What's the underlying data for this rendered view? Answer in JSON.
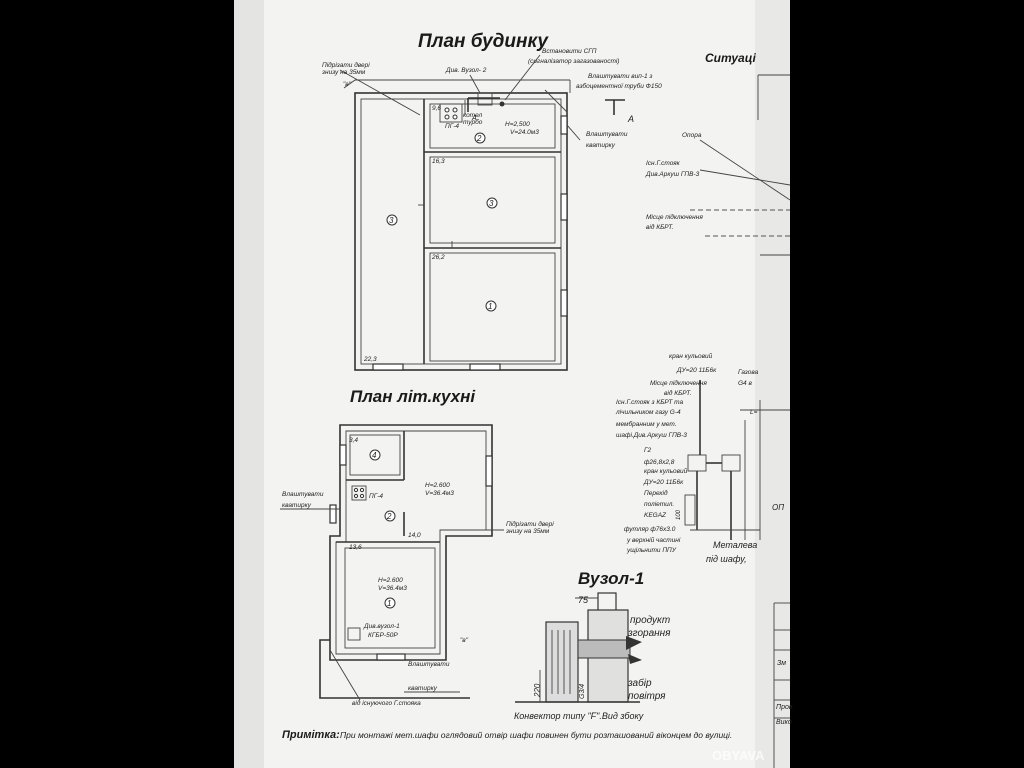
{
  "house_plan": {
    "title": "План будинку",
    "labels": {
      "podrizaty_dveri": "Підрізати двері",
      "znyzu_35": "знизу на 35мм",
      "vstanovyty_sgp": "Встановити СГП",
      "signalizator": "(сигналізатор загазованості)",
      "dyv_vuzol2": "Див. Вузол- 2",
      "kotel": "котел",
      "turbo": "турбо",
      "pg4": "ПГ-4",
      "h_room2": "H=2,500",
      "v_room2": "V=24.0м3",
      "vlashtuvaty_vyp": "Влаштувати вип-1 з",
      "azbest": "азбоцементної труби Ф150",
      "vlashtuvaty": "Влаштувати",
      "kvatyrku": "кватирку",
      "section_a": "A",
      "b_mark": "\"в\"",
      "dim_9_6": "9,6",
      "dim_16_3": "16,3",
      "dim_26_2": "26,2",
      "dim_22_3": "22,3",
      "room1": "1",
      "room2": "2",
      "room3": "3"
    }
  },
  "situation_plan": {
    "title_fragment": "Ситуаці",
    "opora": "Опора",
    "isn_stoyak": "Існ.Г.стояк",
    "dyv_arkush": "Див.Аркуш ГПВ-3",
    "misce_pidkl": "Місце підключення",
    "vid_kbrt": "від КБРТ."
  },
  "kitchen_plan": {
    "title": "План літ.кухні",
    "labels": {
      "dim_3_4": "3,4",
      "dim_14_0": "14,0",
      "dim_13_6": "13,6",
      "h_room2": "H=2.600",
      "v_room2": "V=36.4м3",
      "h_room1": "H=2.600",
      "v_room1": "V=36.4м3",
      "pg4": "ПГ-4",
      "vlashtuvaty": "Влаштувати",
      "kvatyrku": "кватирку",
      "podrizaty_dveri": "Підрізати двері",
      "znyzu_35": "знизу на 35мм",
      "dyv_vuzol1": "Див.вузол-1",
      "kgsp": "КГБР-50Р",
      "vid_isn": "від існуючого Г.стояка",
      "b_mark": "\"в\"",
      "room1": "1",
      "room2": "2",
      "room4": "4"
    }
  },
  "riser_detail": {
    "kran1": "кран кульовий",
    "du1": "ДУ=20 11Б6к",
    "misce": "Місце підключення",
    "vid_kbrt": "від КБРТ.",
    "isn_stoyak": "Існ.Г.стояк з КБРТ та",
    "lichylnyk": "лічильником газу G-4",
    "membr": "мембранним у мет.",
    "shafi": "шафі.Див.Аркуш ГПВ-3",
    "g2": "Г2",
    "pipe1": "ф26,8х2,8",
    "kran2": "кран кульовий",
    "du2": "ДУ=20 11Б6к",
    "perekhid": "Перехід",
    "polietyl": "поліетил.",
    "kegaz": "KEGAZ",
    "futlyar": "футляр ф76х3.0",
    "vverkhni": "у верхній частині",
    "ushchilnyty": "ущільнити ППУ",
    "metaleva": "Металева",
    "pid_shafu": "під шафу,",
    "gazova": "Газова",
    "g4": "G4 в",
    "l_val": "L=",
    "op": "ОП",
    "dim_100": "100"
  },
  "node1": {
    "title": "Вузол-1",
    "dim_75": "75",
    "dim_220": "220",
    "dim_g34": "G3/4",
    "product": "продукт",
    "zgoryannya": "згорання",
    "zbir": "забір",
    "povitrya": "повітря",
    "caption": "Конвектор типу \"F\".Вид збоку"
  },
  "title_block": {
    "zm": "Зм",
    "prov": "Пров",
    "vyko": "Вико"
  },
  "note": {
    "label": "Примітка:",
    "text": "При монтажі мет.шафи оглядовий отвір шафи повинен бути розташований віконцем до вулиці."
  },
  "watermark": "OBYAVA"
}
